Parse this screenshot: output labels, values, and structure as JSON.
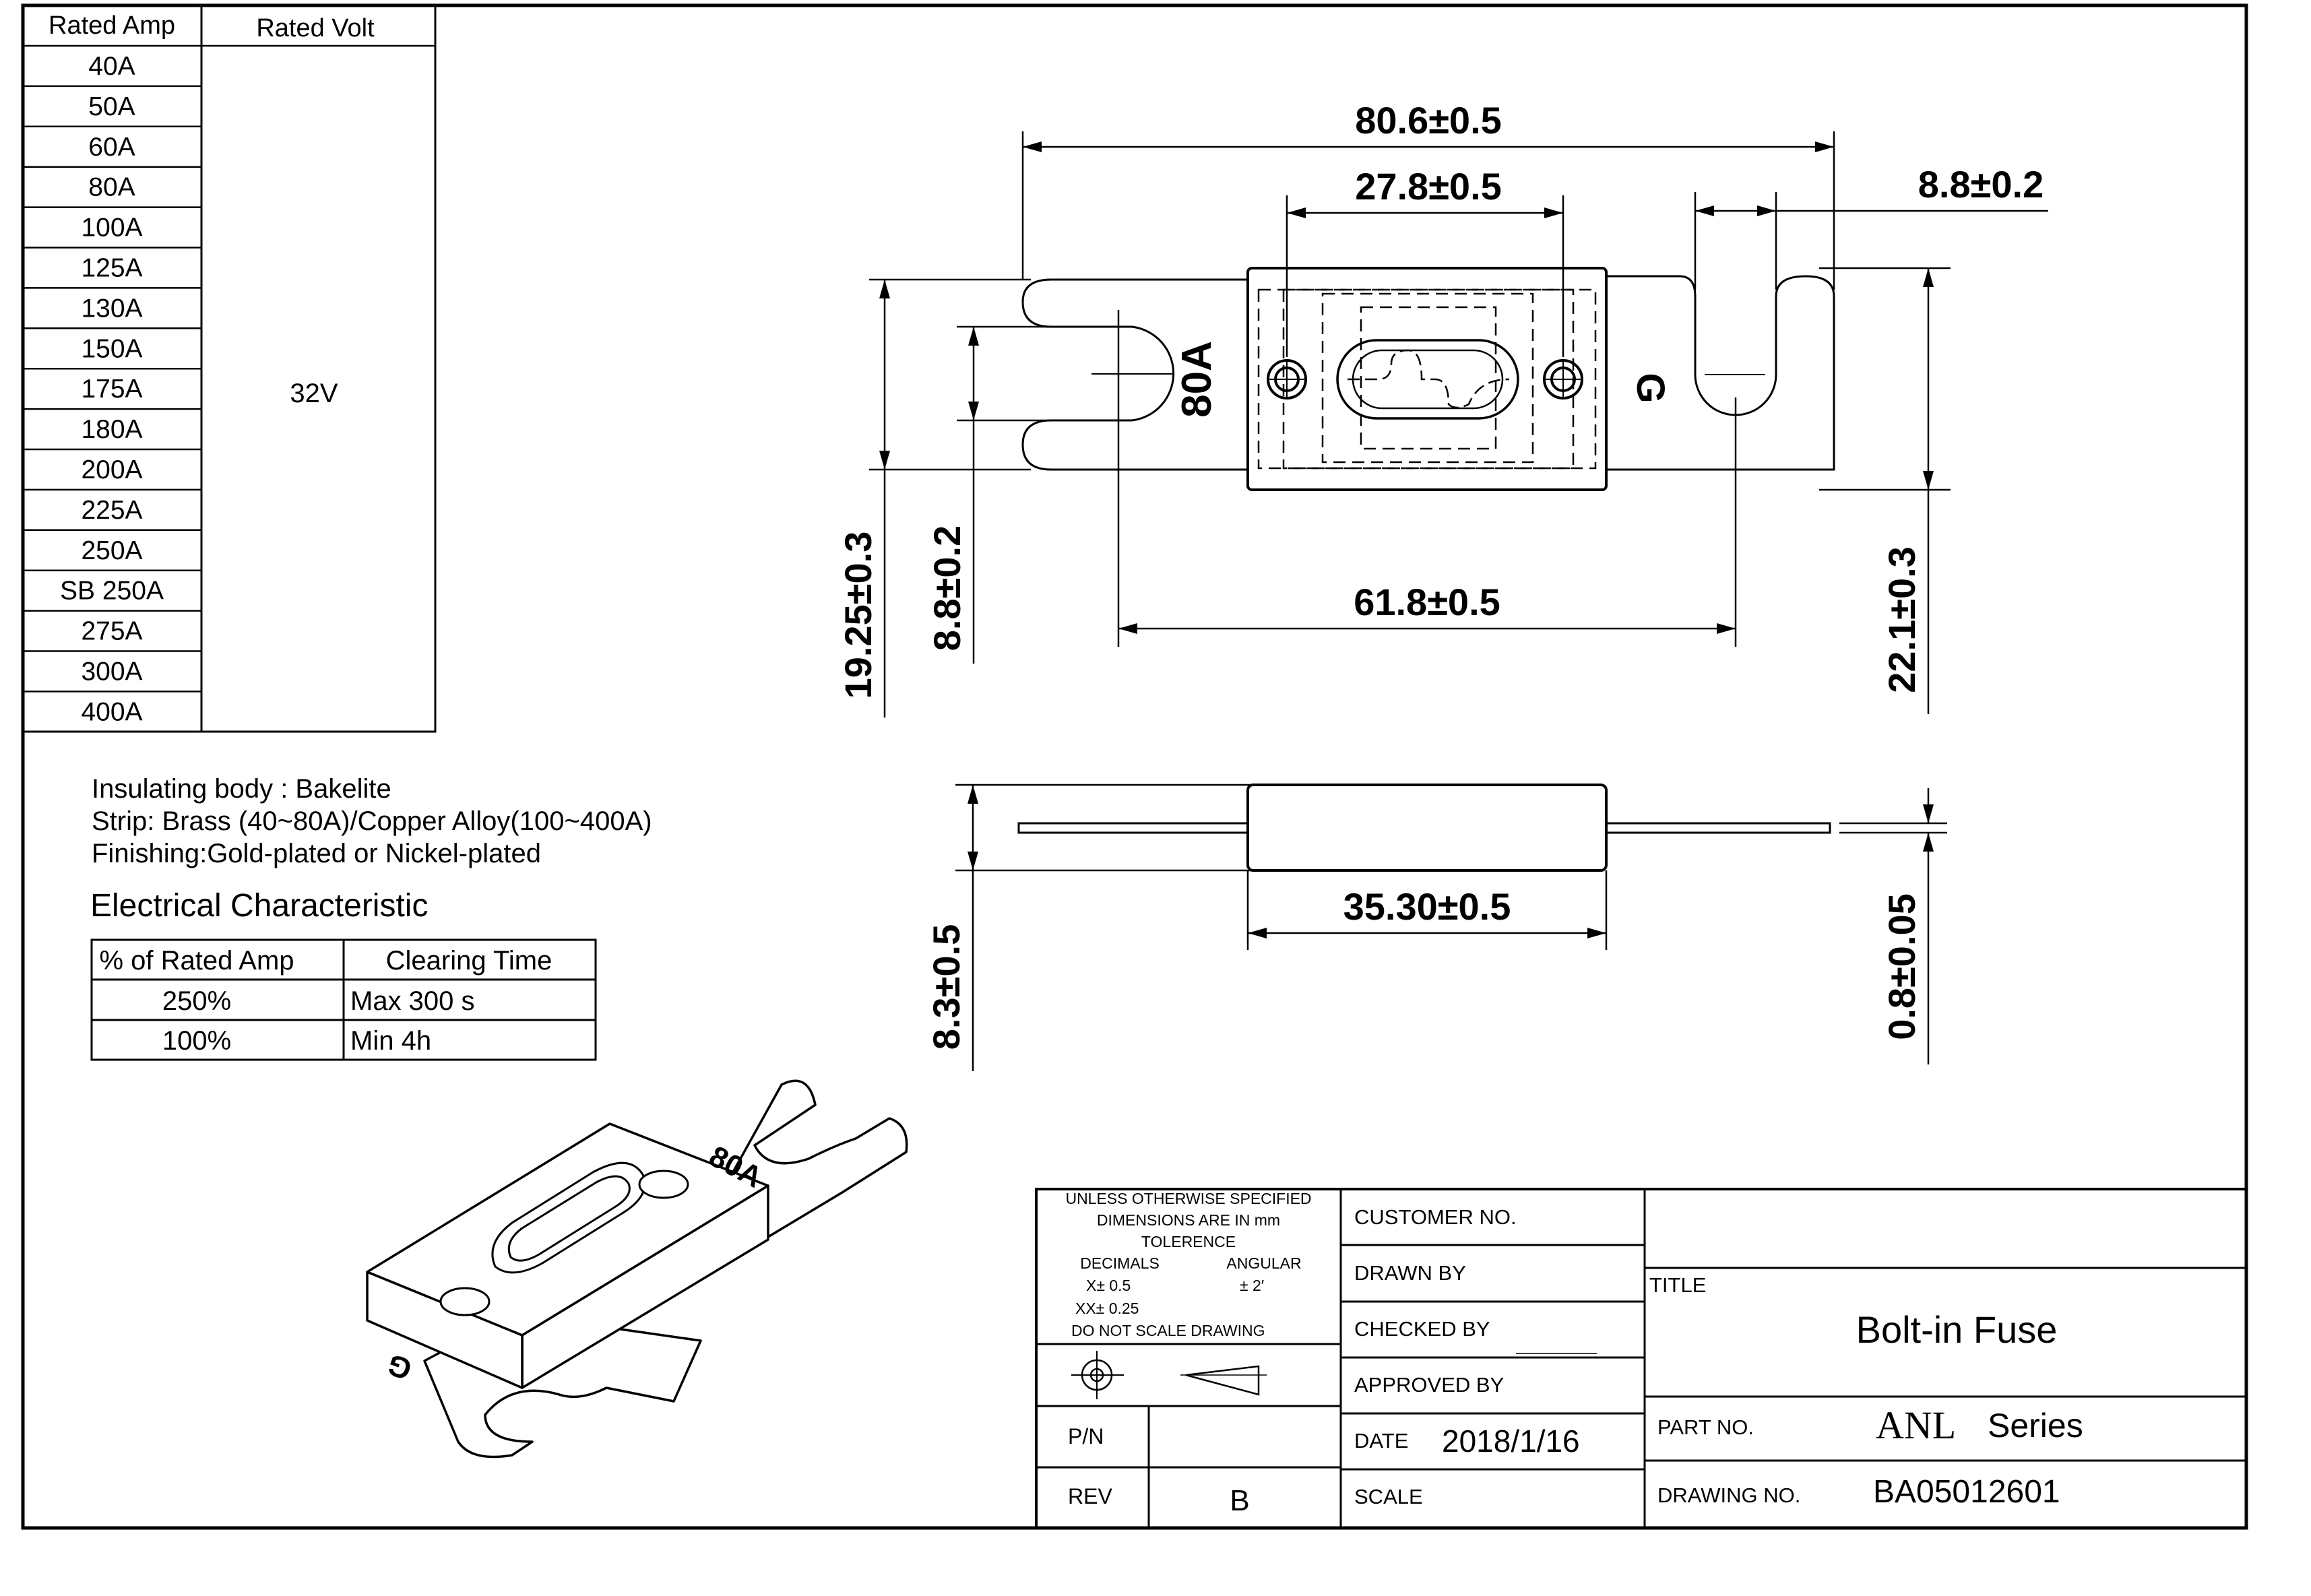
{
  "rating_table": {
    "headers": [
      "Rated Amp",
      "Rated Volt"
    ],
    "amps": [
      "40A",
      "50A",
      "60A",
      "80A",
      "100A",
      "125A",
      "130A",
      "150A",
      "175A",
      "180A",
      "200A",
      "225A",
      "250A",
      "SB 250A",
      "275A",
      "300A",
      "400A"
    ],
    "volt": "32V"
  },
  "materials": {
    "insulating": "Insulating body : Bakelite",
    "strip": "Strip: Brass (40~80A)/Copper Alloy(100~400A)",
    "finishing": "Finishing:Gold-plated or Nickel-plated"
  },
  "electrical": {
    "heading": "Electrical Characteristic",
    "headers": [
      "% of Rated Amp",
      "Clearing Time"
    ],
    "rows": [
      {
        "pct": "250%",
        "time": "Max 300 s"
      },
      {
        "pct": "100%",
        "time": "Min 4h"
      }
    ]
  },
  "dimensions": {
    "overall_length": "80.6±0.5",
    "body_inner": "27.8±0.5",
    "slot_width": "8.8±0.2",
    "height_1925": "19.25±0.3",
    "slot_88": "8.8±0.2",
    "hole_spacing": "61.8±0.5",
    "height_221": "22.1±0.3",
    "body_length": "35.30±0.5",
    "thickness_83": "8.3±0.5",
    "strip_thickness": "0.8±0.05"
  },
  "markings": {
    "rating": "80A",
    "logo": "G"
  },
  "title_block": {
    "tolerance_notes": [
      "UNLESS OTHERWISE SPECIFIED",
      "DIMENSIONS ARE IN mm",
      "TOLERENCE"
    ],
    "decimals_label": "DECIMALS",
    "angular_label": "ANGULAR",
    "x_tol": "X± 0.5",
    "ang_tol": "± 2′",
    "xx_tol": "XX± 0.25",
    "no_scale": "DO NOT SCALE DRAWING",
    "pn_label": "P/N",
    "rev_label": "REV",
    "rev_value": "B",
    "customer_no": "CUSTOMER NO.",
    "drawn_by": "DRAWN BY",
    "checked_by": "CHECKED BY",
    "approved_by": "APPROVED BY",
    "date_label": "DATE",
    "date_value": "2018/1/16",
    "scale_label": "SCALE",
    "title_label": "TITLE",
    "title_value": "Bolt-in Fuse",
    "part_no_label": "PART NO.",
    "part_no_value": "ANL",
    "part_no_series": "Series",
    "drawing_no_label": "DRAWING NO.",
    "drawing_no_value": "BA05012601"
  }
}
